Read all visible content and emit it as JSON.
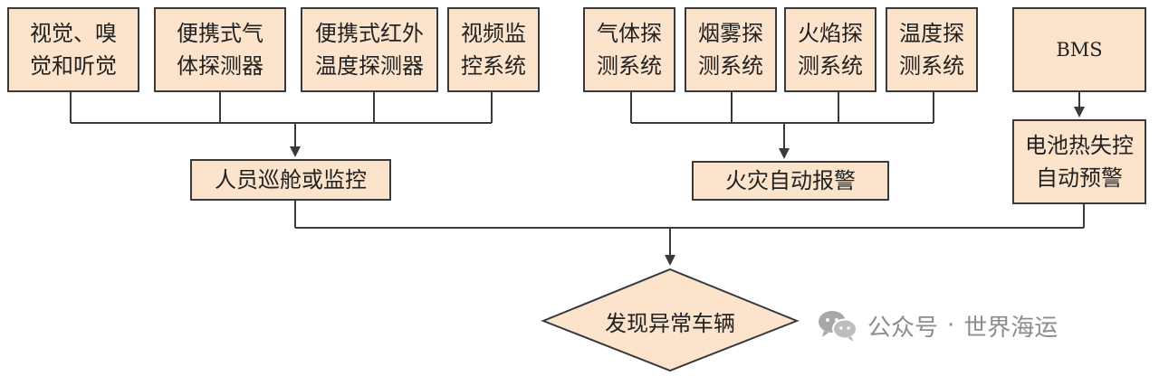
{
  "diagram": {
    "sources": {
      "visual_smell_hearing": [
        "视觉、嗅",
        "觉和听觉"
      ],
      "portable_gas_detector": [
        "便携式气",
        "体探测器"
      ],
      "portable_ir_temp_detector": [
        "便携式红外",
        "温度探测器"
      ],
      "video_monitoring": [
        "视频监",
        "控系统"
      ],
      "gas_detection": [
        "气体探",
        "测系统"
      ],
      "smoke_detection": [
        "烟雾探",
        "测系统"
      ],
      "flame_detection": [
        "火焰探",
        "测系统"
      ],
      "temperature_detection": [
        "温度探",
        "测系统"
      ],
      "bms": "BMS"
    },
    "intermediate": {
      "patrol_or_monitor": "人员巡舱或监控",
      "fire_auto_alarm": "火灾自动报警",
      "battery_thermal_runaway_warning": [
        "电池热失控",
        "自动预警"
      ]
    },
    "result": "发现异常车辆"
  },
  "watermark": {
    "account_label": "公众号",
    "separator": "·",
    "name": "世界海运"
  },
  "colors": {
    "box_fill": "#fbe3cc",
    "stroke": "#3a3a3a",
    "watermark": "#8c8c8c"
  }
}
